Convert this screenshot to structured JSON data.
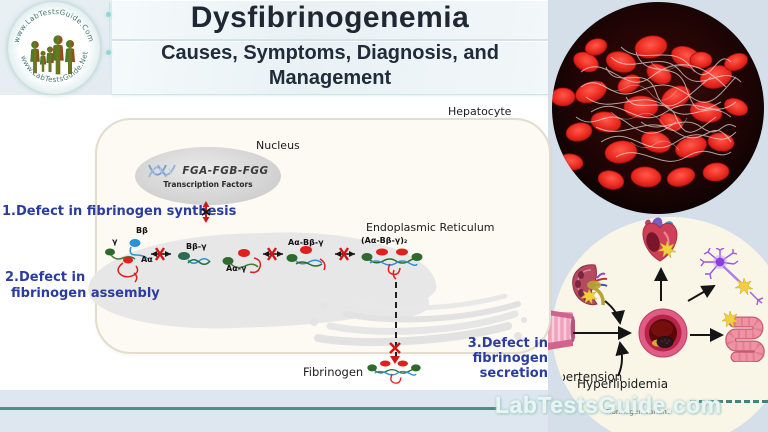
{
  "header": {
    "title": "Dysfibrinogenemia",
    "subtitle": "Causes, Symptoms, Diagnosis, and Management",
    "logo": {
      "arc_top": "www.LabTestsGuide.Com",
      "arc_bottom": "www.LabTestsGuide.Net"
    }
  },
  "hepatocyte": {
    "label": "Hepatocyte",
    "nucleus": {
      "label": "Nucleus",
      "genes": "FGA-FGB-FGG",
      "subtext": "Transcription Factors"
    },
    "er_label": "Endoplasmic Reticulum",
    "defects": {
      "synthesis": "1.Defect in fibrinogen synthesis",
      "assembly_line1": "2.Defect in",
      "assembly_line2": "fibrinogen assembly",
      "secretion_line1": "3.Defect in fibrinogen",
      "secretion_line2": "secretion"
    },
    "chains": {
      "gamma": "γ",
      "bbeta": "Bβ",
      "aalpha": "Aα",
      "bbeta_gamma": "Bβ-γ",
      "aalpha_gamma": "Aα-γ",
      "trimer": "Aα-Bβ-γ",
      "hexamer": "(Aα-Bβ-γ)₂"
    },
    "fibrinogen_label": "Fibrinogen"
  },
  "complications": {
    "hypertension": "Hypertension",
    "hyperlipidemia": "Hyperlipidemia",
    "caption": "Fibrinogen variant"
  },
  "footer": {
    "watermark": "LabTestsGuide.com"
  },
  "colors": {
    "defect_text": "#2b3ca0",
    "teal_line": "#4c8e82",
    "chain_green": "#2d6a2b",
    "chain_blue": "#2a93d5",
    "chain_red": "#e01f1f",
    "cell_bg": "#fcfaf3",
    "side_bg": "#d5dfe9",
    "cream_circle": "#f9f6e7"
  },
  "icons": {
    "dna": "double-helix",
    "blocked_arrow": "✕",
    "heart": "anatomical-heart",
    "kidney": "kidney-cross-section",
    "neuron": "neuron",
    "intestine": "intestine",
    "vessel": "artery-cross-section",
    "clot_photo": "red-blood-cells-fibrin-clot"
  }
}
